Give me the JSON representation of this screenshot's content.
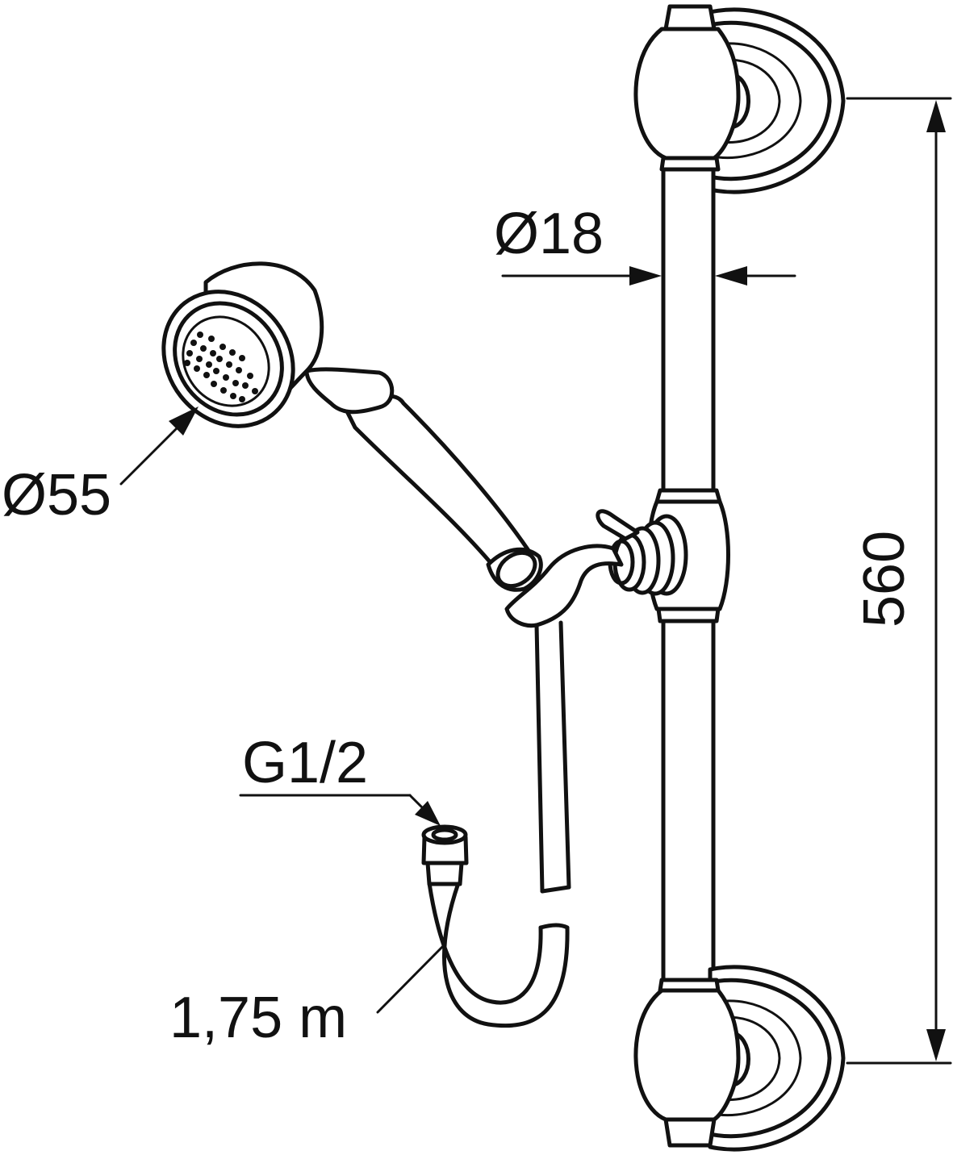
{
  "dimensions": {
    "rail_diameter": "Ø18",
    "shower_head_diameter": "Ø55",
    "rail_length": "560",
    "hose_connection": "G1/2",
    "hose_length": "1,75 m"
  }
}
